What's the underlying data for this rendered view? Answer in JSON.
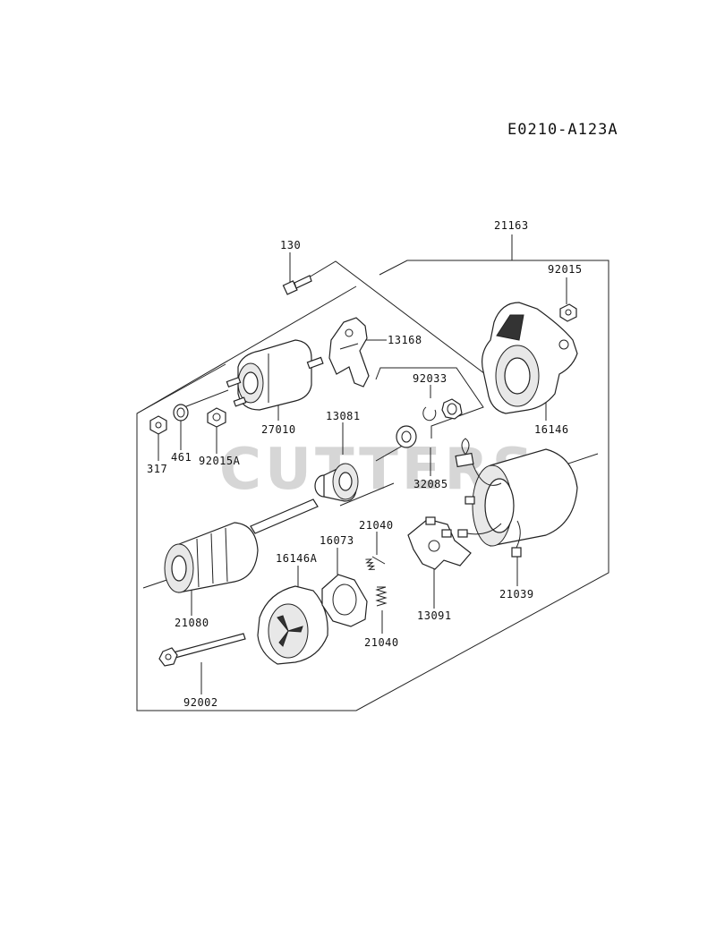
{
  "diagram": {
    "code": "E0210-A123A",
    "watermark": "CUTTERS",
    "labels": {
      "p21163": "21163",
      "p130": "130",
      "p92015": "92015",
      "p13168": "13168",
      "p92033": "92033",
      "p13081": "13081",
      "p27010": "27010",
      "p16146": "16146",
      "p317": "317",
      "p461": "461",
      "p92015A": "92015A",
      "p32085": "32085",
      "p21040a": "21040",
      "p16073": "16073",
      "p16146A": "16146A",
      "p21080": "21080",
      "p13091": "13091",
      "p21039": "21039",
      "p21040b": "21040",
      "p92002": "92002"
    }
  }
}
